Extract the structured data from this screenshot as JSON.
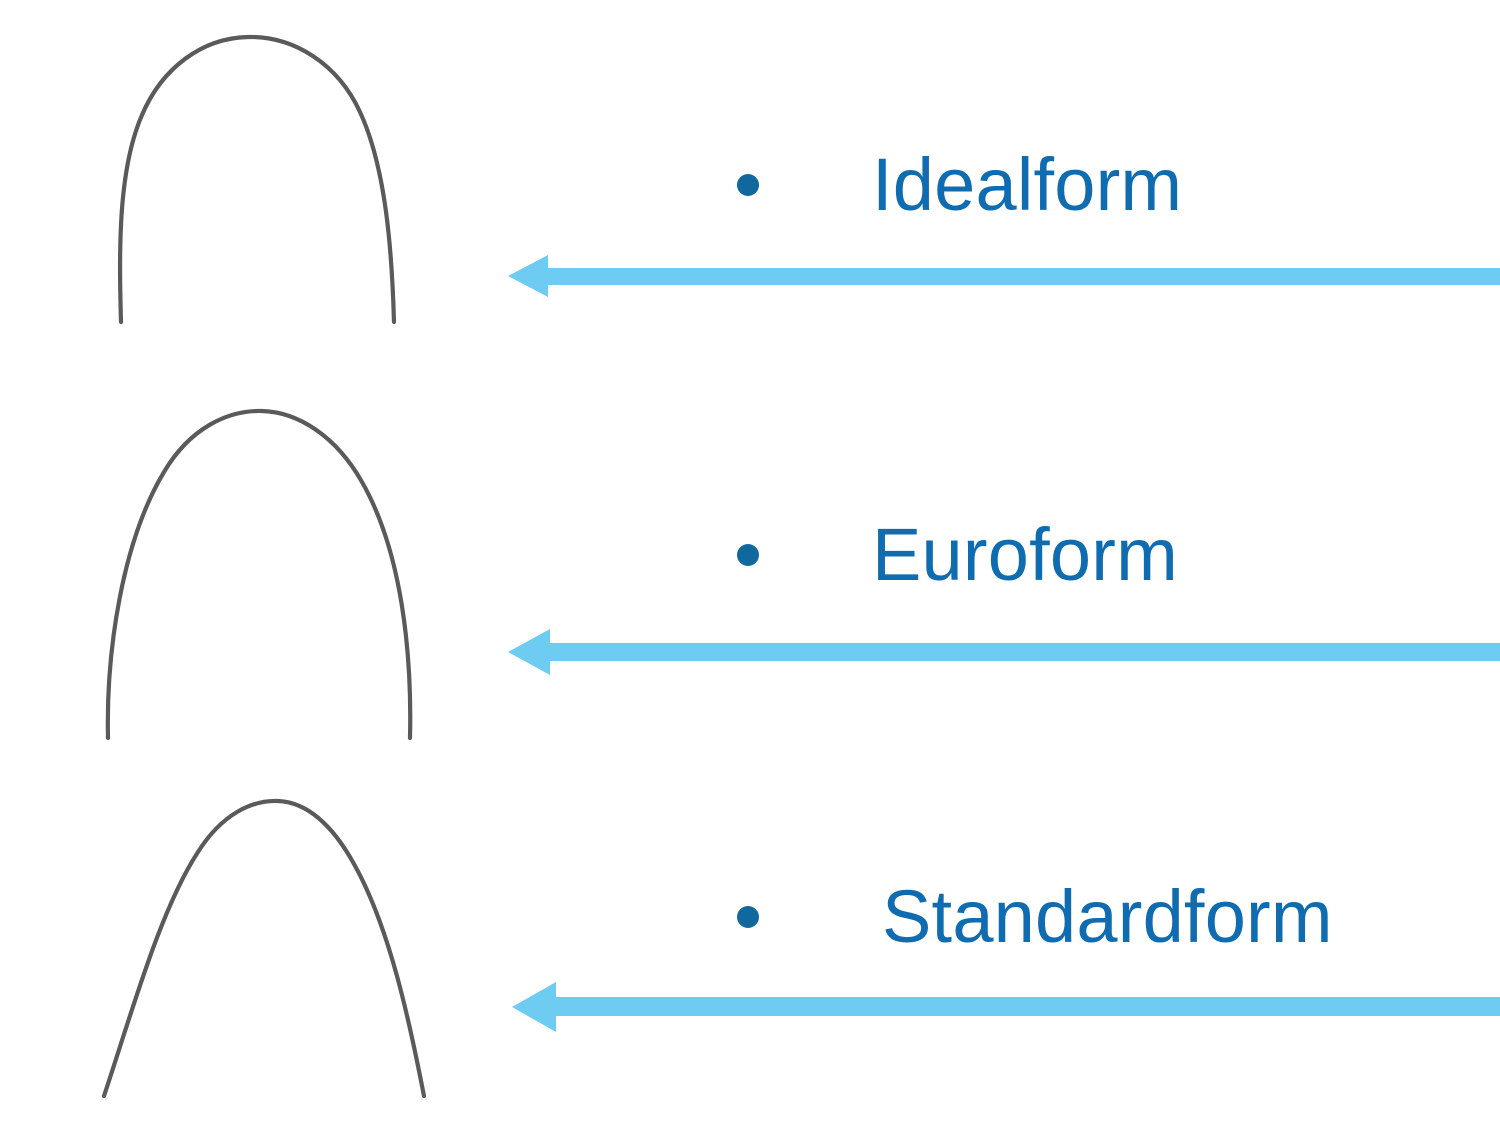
{
  "slide": {
    "background_color": "#ffffff",
    "title": "",
    "accent_text_color": "#0f6cb0",
    "accent_arrow_color": "#6ecbf1",
    "wire_stroke_color": "#5a5a5a"
  },
  "items": [
    {
      "id": "idealform",
      "label": "Idealform",
      "bullet": "•",
      "arch_description": "wide square arch form",
      "arrow_direction": "left"
    },
    {
      "id": "euroform",
      "label": "Euroform",
      "bullet": "•",
      "arch_description": "rounded ovoid arch form",
      "arrow_direction": "left"
    },
    {
      "id": "standardform",
      "label": "Standardform",
      "bullet": "•",
      "arch_description": "tapered narrow arch form",
      "arrow_direction": "left"
    }
  ]
}
